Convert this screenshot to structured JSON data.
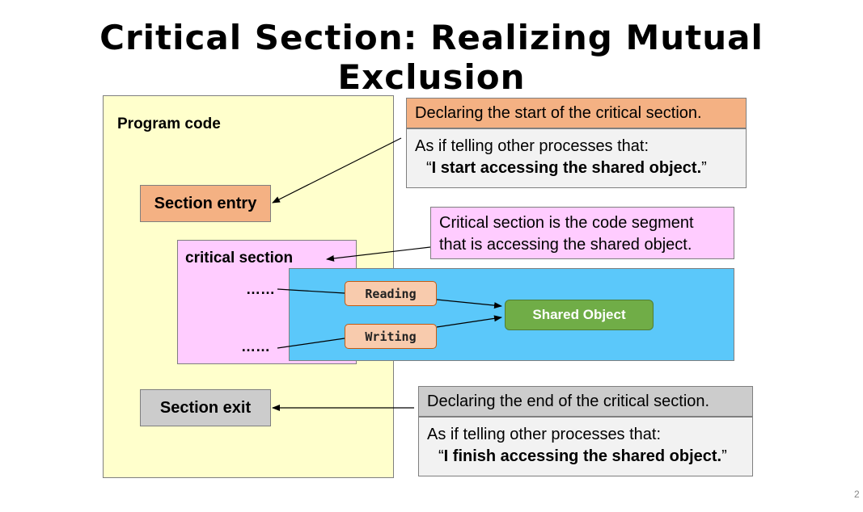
{
  "slide": {
    "title": "Critical Section: Realizing Mutual Exclusion",
    "page_number": "2"
  },
  "program": {
    "label": "Program code",
    "entry": "Section entry",
    "critical_label": "critical section",
    "dots_top": "……",
    "dots_bottom": "……",
    "exit": "Section exit"
  },
  "operations": {
    "read": "Reading",
    "write": "Writing",
    "shared": "Shared Object"
  },
  "notes": {
    "entry_head": "Declaring the start of the critical section.",
    "entry_line": "As if telling other processes that:",
    "entry_open": "“",
    "entry_quote": "I start accessing the shared object.",
    "entry_close": "”",
    "critical_line1": "Critical section is the code segment",
    "critical_line2": "that is accessing the shared object.",
    "exit_head": "Declaring the end of the critical section.",
    "exit_line": "As if telling other processes that:",
    "exit_open": "“",
    "exit_quote": "I finish accessing the shared object.",
    "exit_close": "”"
  },
  "colors": {
    "program_bg": "#ffffcc",
    "entry_bg": "#f4b183",
    "critical_bg": "#ffccff",
    "shared_area_bg": "#5bc8fa",
    "shared_object_bg": "#70ad47",
    "exit_bg": "#cccccc"
  }
}
